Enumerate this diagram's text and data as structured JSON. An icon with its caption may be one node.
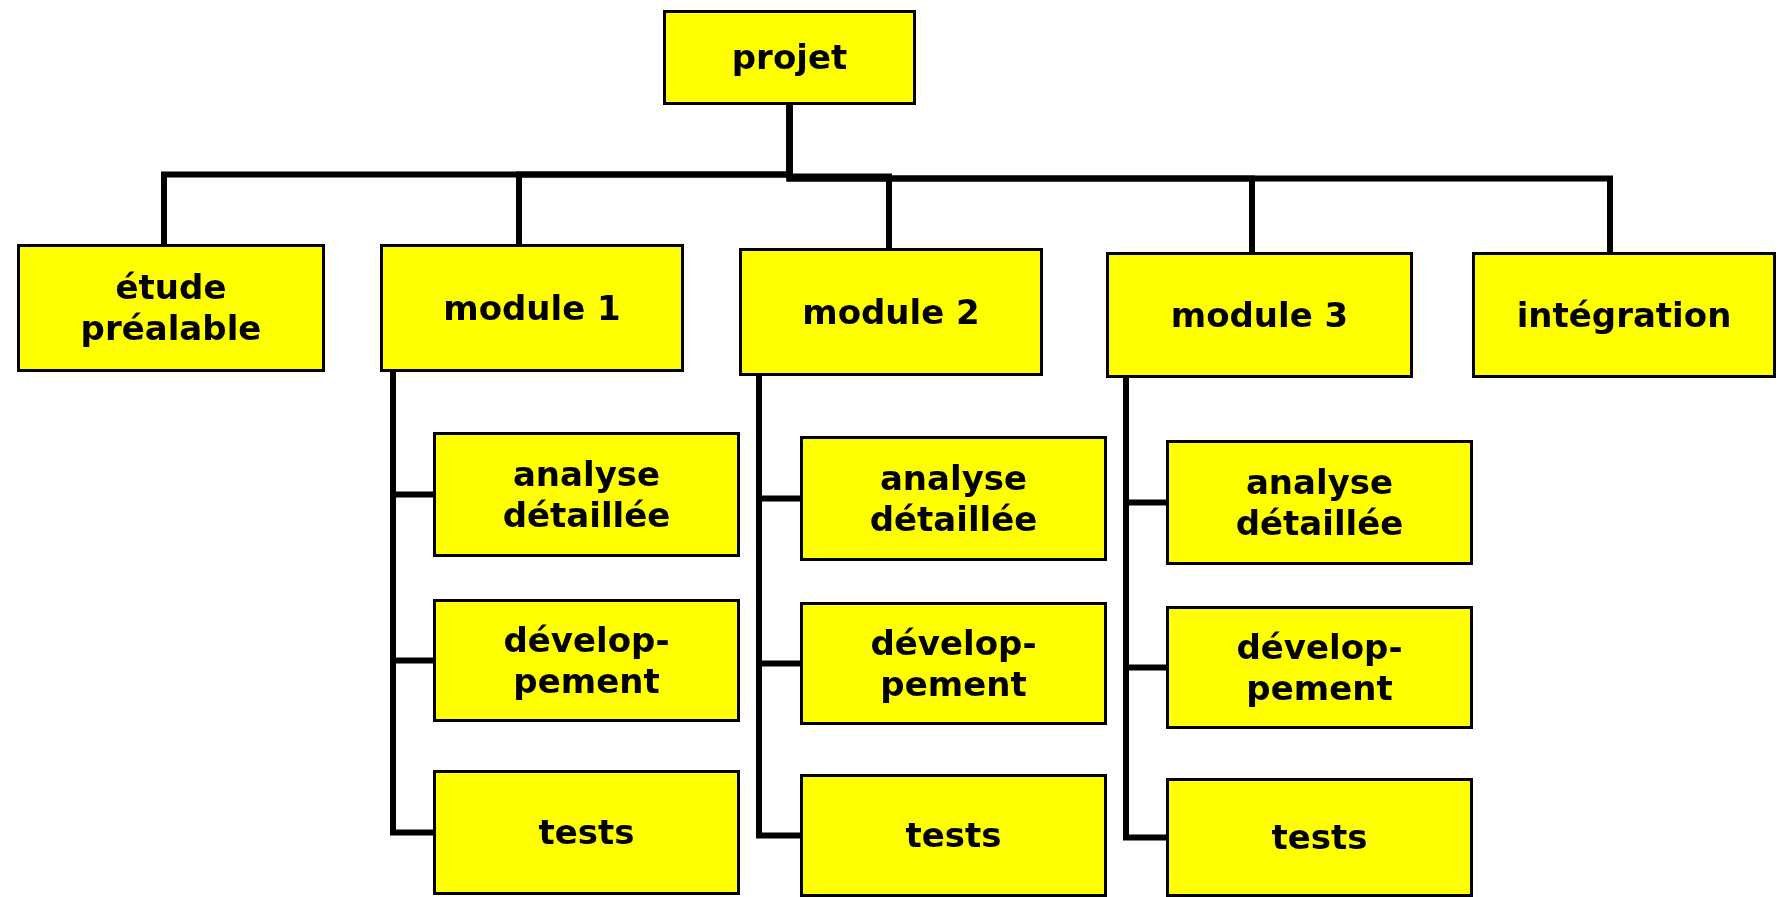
{
  "diagram": {
    "nodes": [
      {
        "text": [
          "projet"
        ]
      },
      {
        "text": [
          "étude préalable"
        ]
      },
      {
        "text": [
          "module 1"
        ]
      },
      {
        "text": [
          "module 2"
        ]
      },
      {
        "text": [
          "module 3"
        ]
      },
      {
        "text": [
          "intégration"
        ]
      },
      {
        "text": [
          "analyse détaillée"
        ]
      },
      {
        "text": [
          "dévelop- pement"
        ]
      },
      {
        "text": [
          "tests"
        ]
      },
      {
        "text": [
          "analyse détaillée"
        ]
      },
      {
        "text": [
          "dévelop- pement"
        ]
      },
      {
        "text": [
          "tests"
        ]
      },
      {
        "text": [
          "analyse détaillée"
        ]
      },
      {
        "text": [
          "dévelop- pement"
        ]
      },
      {
        "text": [
          "tests"
        ]
      }
    ],
    "edges": [
      {
        "from": 0,
        "to": 1,
        "arrow": "none"
      },
      {
        "from": 0,
        "to": 2,
        "arrow": "none"
      },
      {
        "from": 0,
        "to": 3,
        "arrow": "none"
      },
      {
        "from": 0,
        "to": 4,
        "arrow": "none"
      },
      {
        "from": 0,
        "to": 5,
        "arrow": "none"
      },
      {
        "from": 2,
        "to": 6,
        "arrow": "none"
      },
      {
        "from": 2,
        "to": 7,
        "arrow": "none"
      },
      {
        "from": 2,
        "to": 8,
        "arrow": "none"
      },
      {
        "from": 3,
        "to": 9,
        "arrow": "none"
      },
      {
        "from": 3,
        "to": 10,
        "arrow": "none"
      },
      {
        "from": 3,
        "to": 11,
        "arrow": "none"
      },
      {
        "from": 4,
        "to": 12,
        "arrow": "none"
      },
      {
        "from": 4,
        "to": 13,
        "arrow": "none"
      },
      {
        "from": 4,
        "to": 14,
        "arrow": "none"
      }
    ]
  }
}
